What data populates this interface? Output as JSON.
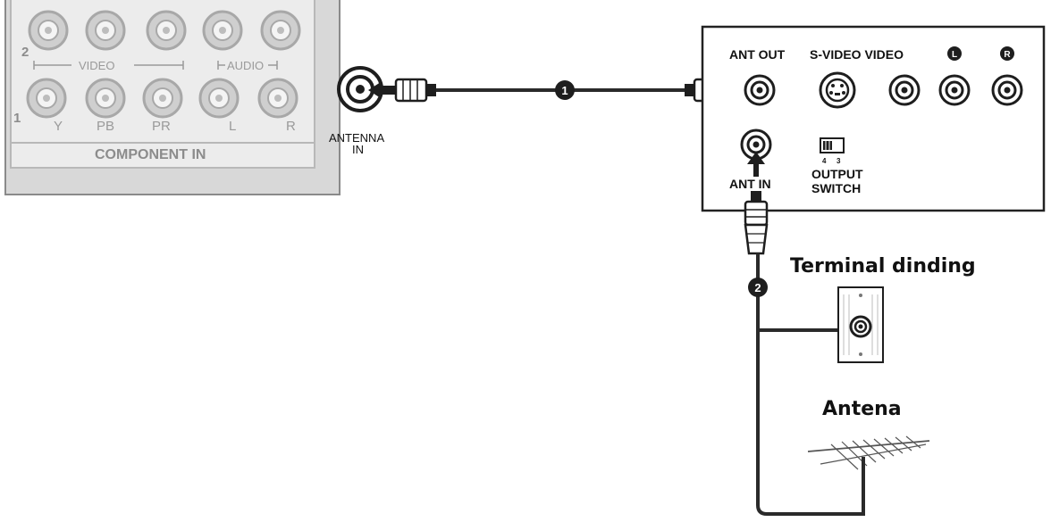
{
  "tv_panel": {
    "row_top_number": "2",
    "row_bottom_number": "1",
    "video_group": "VIDEO",
    "audio_group": "AUDIO",
    "jack_labels": [
      "Y",
      "PB",
      "PR",
      "L",
      "R"
    ],
    "component_label": "COMPONENT IN",
    "antenna_in_line1": "ANTENNA",
    "antenna_in_line2": "IN"
  },
  "vcr_panel": {
    "ant_out": "ANT OUT",
    "svideo_video": "S-VIDEO VIDEO",
    "audio_l": "L",
    "audio_r": "R",
    "ant_in": "ANT IN",
    "switch_nums": [
      "4",
      "3"
    ],
    "output_line1": "OUTPUT",
    "output_line2": "SWITCH"
  },
  "steps": [
    "1",
    "2"
  ],
  "wall_terminal_label": "Terminal dinding",
  "antenna_label": "Antena",
  "colors": {
    "cable": "#2a2a2a",
    "panel_fill": "#d8d8d8",
    "panel_border": "#8a8a8a",
    "vcr_border": "#222222"
  }
}
